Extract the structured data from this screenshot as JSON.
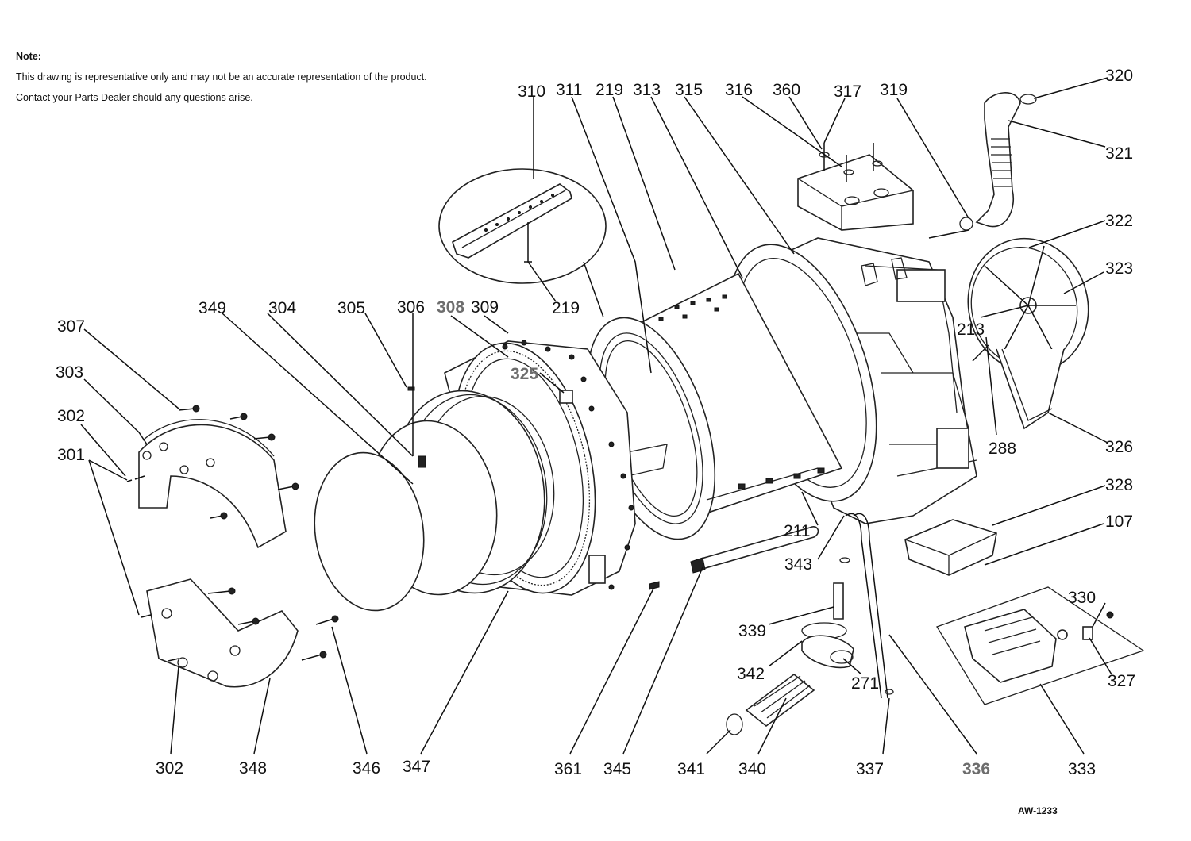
{
  "note": {
    "title": "Note:",
    "line1": "This drawing is representative only and may not be an accurate representation of the product.",
    "line2": "Contact your Parts Dealer should any questions arise."
  },
  "drawing_code": "AW-1233",
  "callouts": {
    "c320": "320",
    "c321": "321",
    "c322": "322",
    "c323": "323",
    "c326": "326",
    "c328": "328",
    "c107": "107",
    "c330": "330",
    "c327": "327",
    "c333": "333",
    "c310": "310",
    "c311": "311",
    "c219a": "219",
    "c313": "313",
    "c315": "315",
    "c316": "316",
    "c360": "360",
    "c317": "317",
    "c319": "319",
    "c219b": "219",
    "c213": "213",
    "c288": "288",
    "c307": "307",
    "c303": "303",
    "c302a": "302",
    "c301": "301",
    "c349": "349",
    "c304": "304",
    "c305": "305",
    "c306": "306",
    "c308": "308",
    "c309": "309",
    "c325": "325",
    "c211": "211",
    "c343": "343",
    "c339": "339",
    "c342": "342",
    "c271": "271",
    "c302b": "302",
    "c348": "348",
    "c346": "346",
    "c347": "347",
    "c361": "361",
    "c345": "345",
    "c341": "341",
    "c340": "340",
    "c337": "337",
    "c336": "336"
  },
  "colors": {
    "line": "#111111",
    "grey_callout": "#6d6d6d",
    "background": "#ffffff"
  }
}
